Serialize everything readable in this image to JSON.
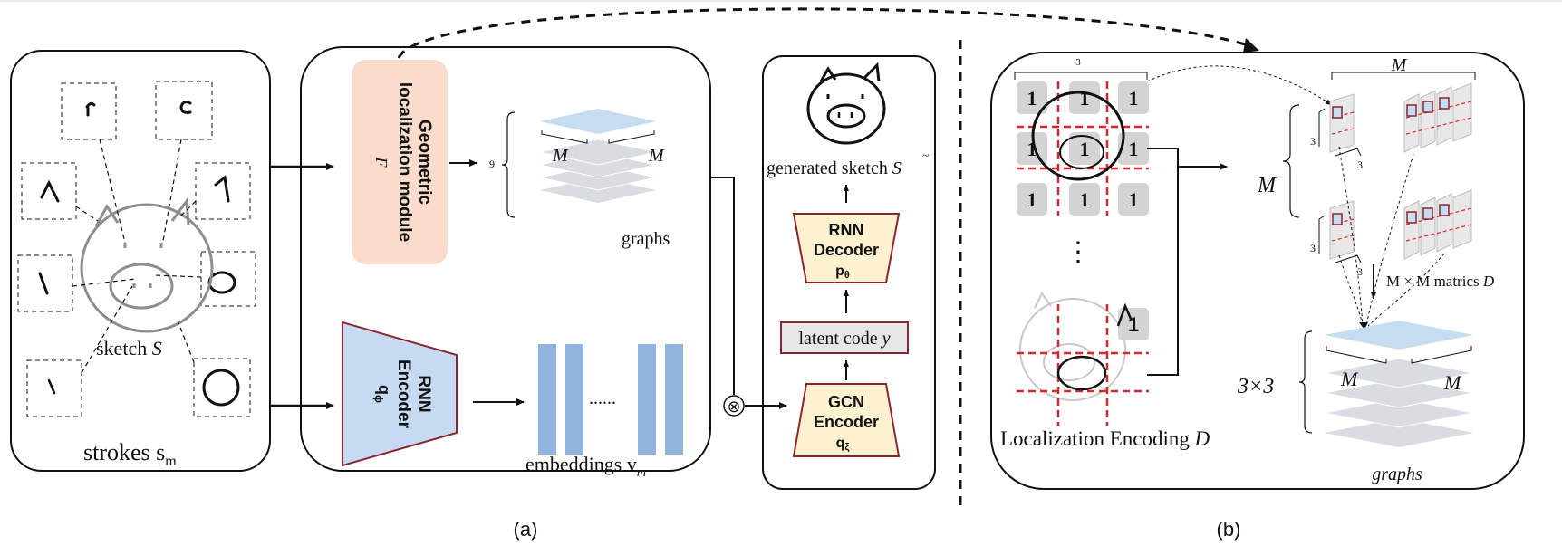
{
  "panel_a": {
    "strokes_label": "strokes s",
    "strokes_sub": "m",
    "sketch_label": "sketch",
    "sketch_symbol": "S",
    "geo_module": {
      "line1": "Geometric",
      "line2": "localization module",
      "symbol": "F"
    },
    "graph_count": "9",
    "graph_dim_left": "M",
    "graph_dim_right": "M",
    "graphs_label": "graphs",
    "rnn_encoder": {
      "line1": "RNN",
      "line2": "Encoder",
      "symbol": "q",
      "sub": "ϕ"
    },
    "embeddings_label": "embeddings v",
    "embeddings_sub": "m",
    "ellipsis": "......",
    "combine_symbol": "⊗",
    "generated_label": "generated sketch",
    "generated_symbol": "S",
    "rnn_decoder": {
      "line1": "RNN",
      "line2": "Decoder",
      "symbol": "p",
      "sub": "θ"
    },
    "latent_label": "latent code",
    "latent_symbol": "y",
    "gcn_encoder": {
      "line1": "GCN",
      "line2": "Encoder",
      "symbol": "q",
      "sub": "ξ"
    },
    "caption": "(a)"
  },
  "panel_b": {
    "grid_size_label": "3",
    "tile_glyph": "1",
    "vertical_dots": "⋮",
    "M_bracket_label": "M",
    "M_side_label": "M",
    "matrix_dim_a": "3",
    "matrix_dim_b": "3",
    "matrices_label": "M × M matrics",
    "matrices_symbol": "D",
    "graph_count_label": "3×3",
    "graph_dim_left": "M",
    "graph_dim_right": "M",
    "localization_label": "Localization Encoding",
    "localization_symbol": "D",
    "graphs_label": "graphs",
    "caption": "(b)"
  },
  "colors": {
    "geo_module_fill": "#f9dccb",
    "encoder_fill": "#c6dbf1",
    "encoder_stroke": "#8b2530",
    "decoder_fill": "#fdf1cf",
    "latent_fill": "#e7e7e7",
    "embedding_bar": "#8fb5df",
    "graph_top": "#c5dcf1",
    "graph_layer": "#d9dde2",
    "grid_red": "#d9272e",
    "tile_gray": "#d4d4d4"
  }
}
